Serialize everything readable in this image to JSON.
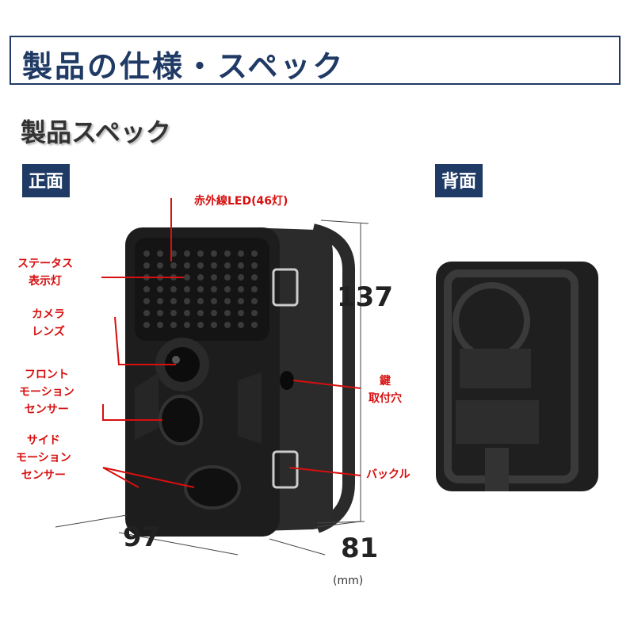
{
  "header": {
    "title": "製品の仕様・スペック"
  },
  "section": {
    "title": "製品スペック"
  },
  "views": {
    "front": "正面",
    "back": "背面"
  },
  "callouts": {
    "ir_led": "赤外線LED(46灯)",
    "status_lamp_1": "ステータス",
    "status_lamp_2": "表示灯",
    "camera_lens_1": "カメラ",
    "camera_lens_2": "レンズ",
    "front_sensor_1": "フロント",
    "front_sensor_2": "モーションセンサー",
    "front_sensor_2a": "モーション",
    "front_sensor_2b": "センサー",
    "side_sensor_1": "サイド",
    "side_sensor_2": "モーション",
    "side_sensor_3": "センサー",
    "key_hole_1": "鍵",
    "key_hole_2": "取付穴",
    "buckle": "バックル"
  },
  "dimensions": {
    "height": "137",
    "width": "97",
    "depth": "81",
    "unit": "(mm)"
  },
  "colors": {
    "accent": "#1f3a64",
    "callout": "#d70f0f"
  }
}
